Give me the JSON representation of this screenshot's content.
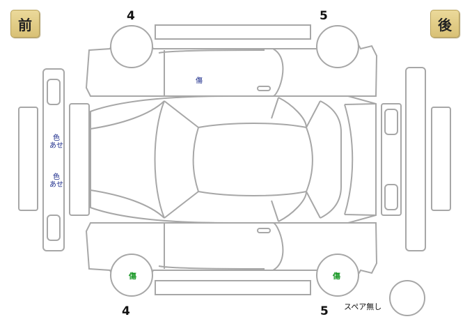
{
  "badges": {
    "front": "前",
    "rear": "後"
  },
  "wheel_numbers": {
    "top_left": "4",
    "top_right": "5",
    "bottom_left": "4",
    "bottom_right": "5"
  },
  "marks": {
    "left_door": "傷",
    "front_upper_line1": "色",
    "front_upper_line2": "あせ",
    "front_lower_line1": "色",
    "front_lower_line2": "あせ",
    "bottom_left_wheel": "傷",
    "bottom_right_wheel": "傷"
  },
  "spare_label": "スペア無し",
  "colors": {
    "mark_blue": "#1a2a8a",
    "mark_green": "#1d9a2a",
    "badge_fill": "#e3cf8a",
    "outline": "#a7a7a7"
  }
}
